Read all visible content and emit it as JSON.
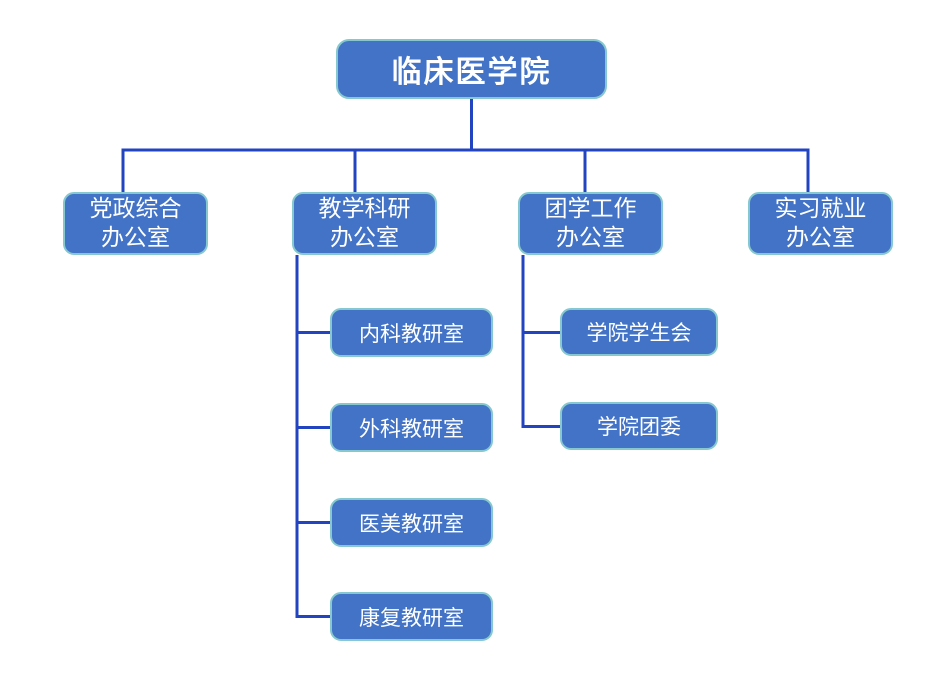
{
  "diagram": {
    "type": "org-chart",
    "root": {
      "label": "临床医学院"
    },
    "departments": [
      {
        "label": "党政综合\n办公室",
        "children": []
      },
      {
        "label": "教学科研\n办公室",
        "children": [
          {
            "label": "内科教研室"
          },
          {
            "label": "外科教研室"
          },
          {
            "label": "医美教研室"
          },
          {
            "label": "康复教研室"
          }
        ]
      },
      {
        "label": "团学工作\n办公室",
        "children": [
          {
            "label": "学院学生会"
          },
          {
            "label": "学院团委"
          }
        ]
      },
      {
        "label": "实习就业\n办公室",
        "children": []
      }
    ]
  },
  "colors": {
    "node_fill": "#4273c6",
    "node_border": "#85c8cf",
    "connector": "#2244c0",
    "node_text": "#ffffff",
    "background": "#ffffff"
  }
}
